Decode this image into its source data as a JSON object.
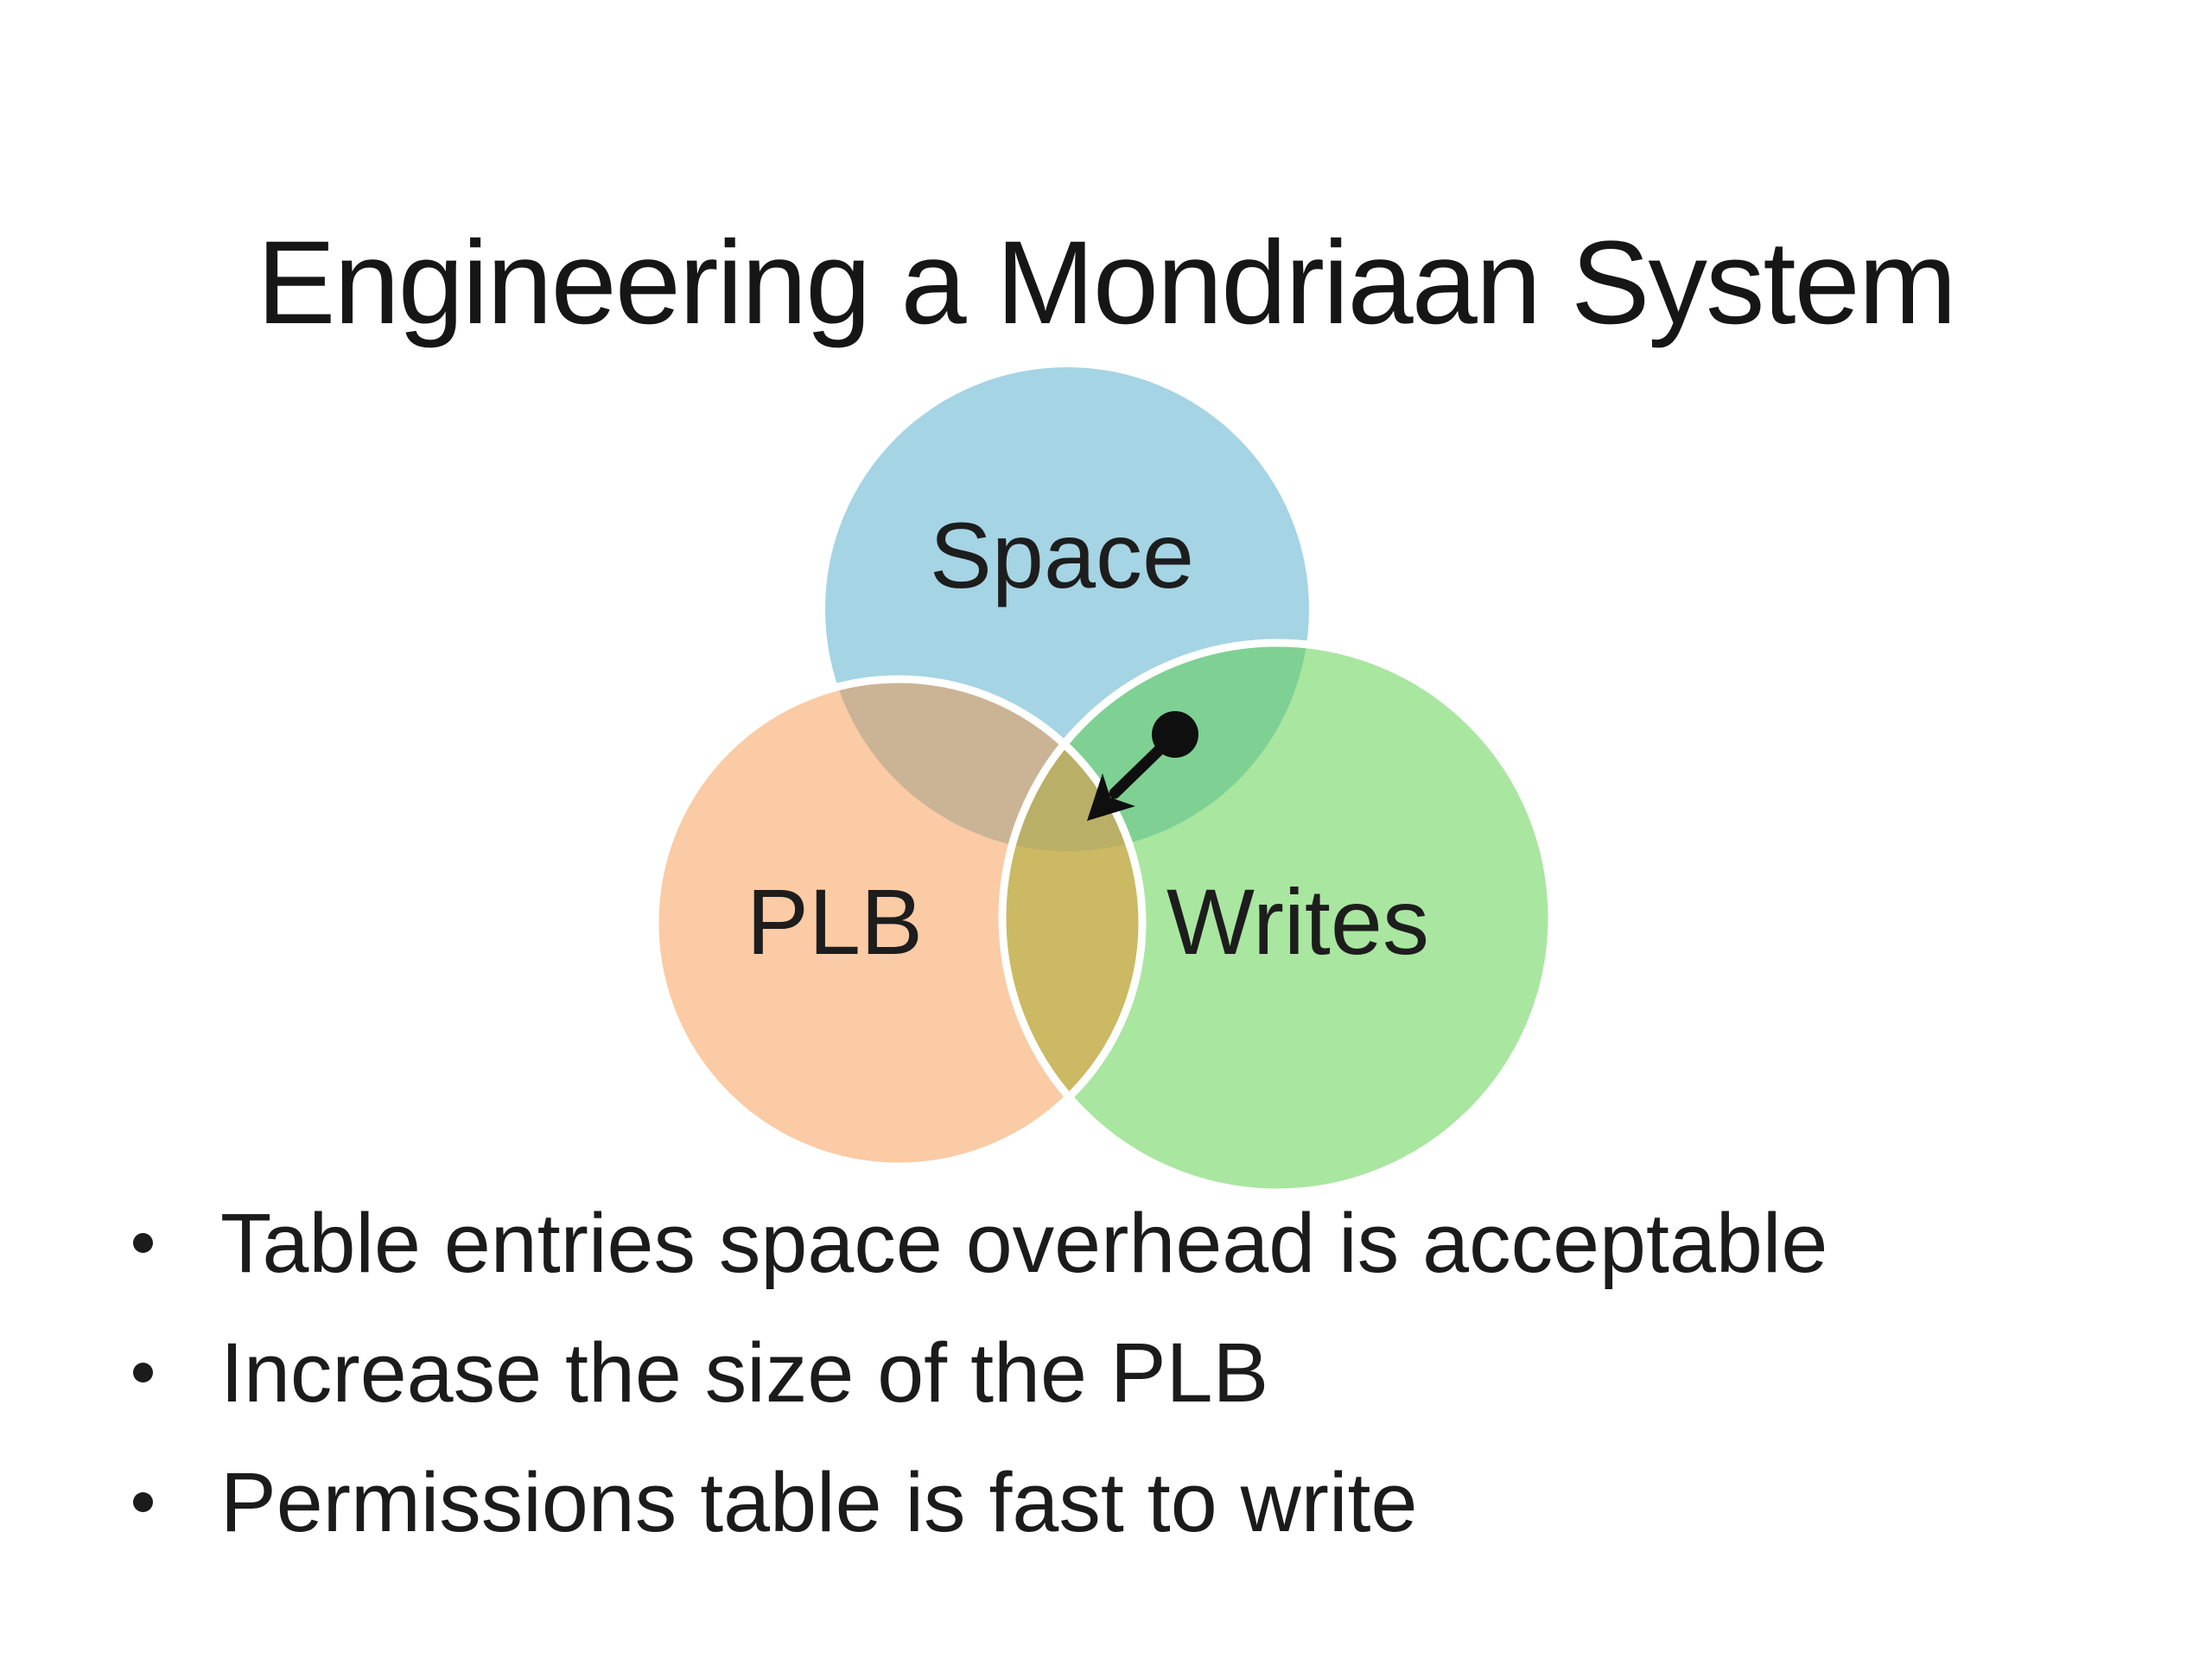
{
  "slide": {
    "title": "Engineering a Mondriaan System",
    "venn": {
      "sets": [
        {
          "label": "Space"
        },
        {
          "label": "PLB"
        },
        {
          "label": "Writes"
        }
      ],
      "colors": {
        "space": "#A5D4E4",
        "plb": "#FACBA4",
        "writes": "#A9E6A0",
        "space_plb": "#CBB495",
        "space_writes": "#7FD193",
        "plb_writes": "#CBB963",
        "center": "#BAAF66",
        "outline": "#FFFFFF",
        "arrow": "#0F0F0F"
      }
    },
    "bullets": [
      "Table entries space overhead is acceptable",
      "Increase the size of the PLB",
      "Permissions table is fast to write"
    ]
  }
}
